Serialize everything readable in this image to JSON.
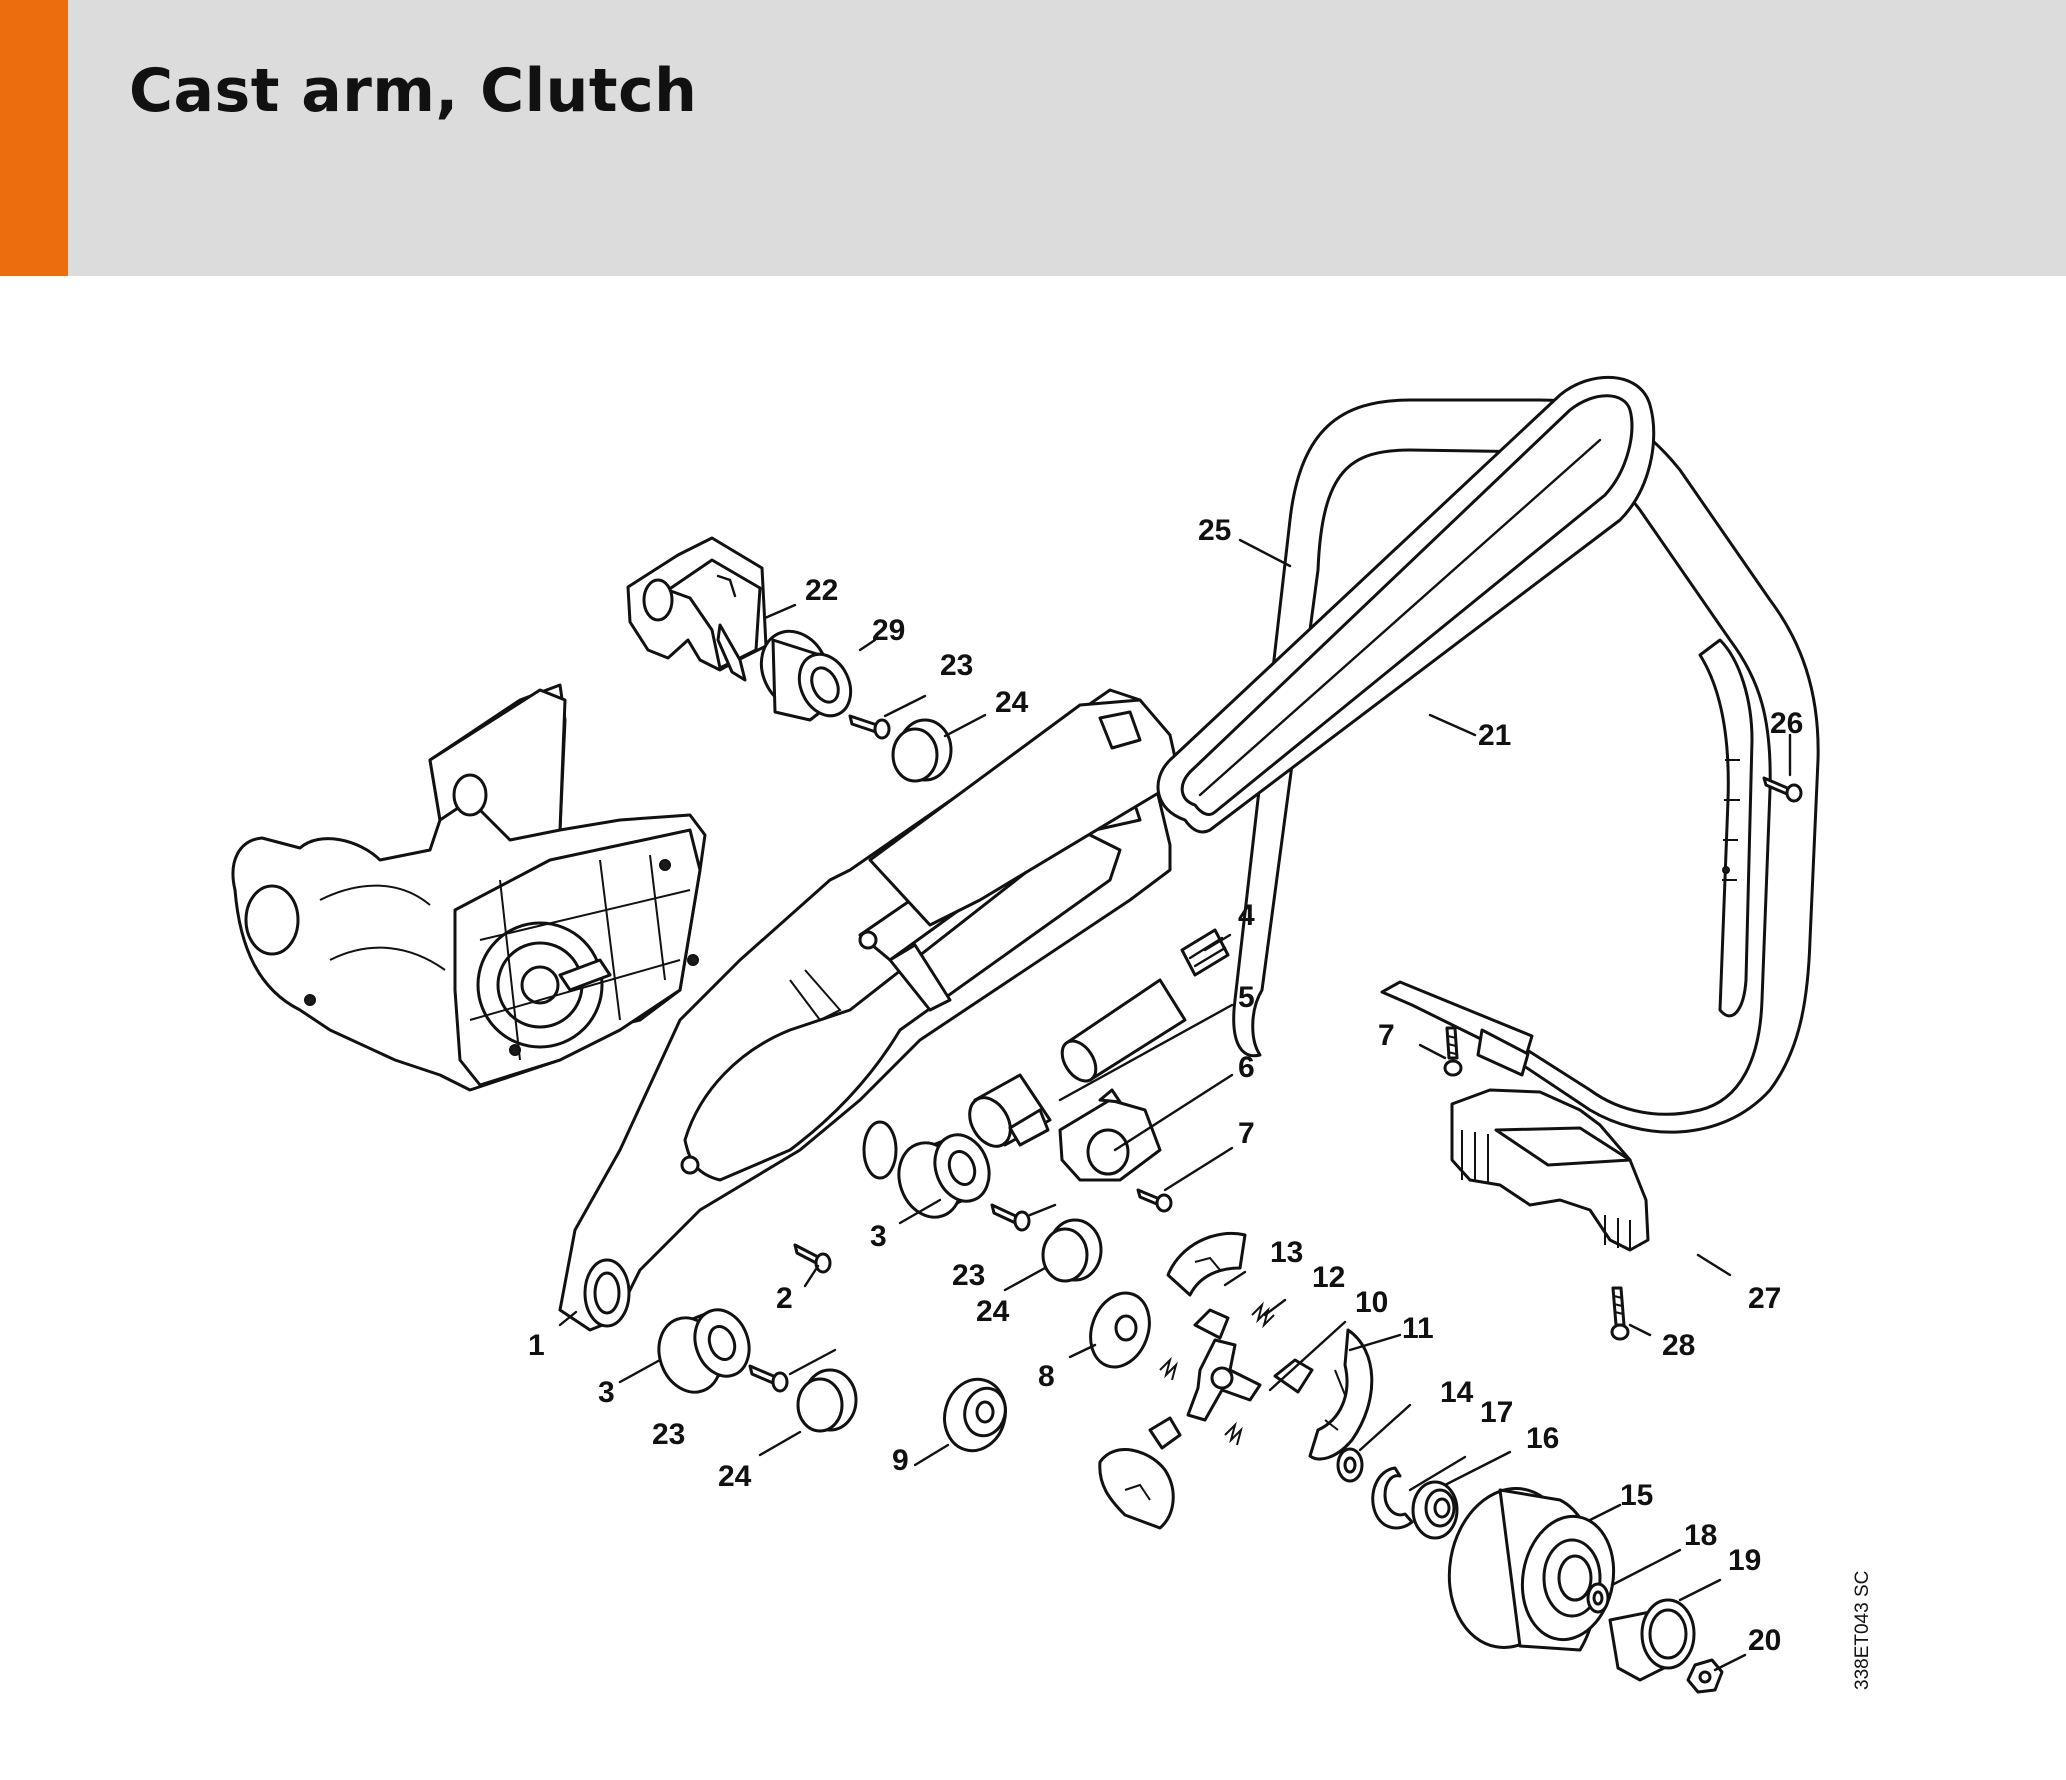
{
  "header": {
    "title": "Cast arm, Clutch",
    "accent_color": "#ec6d0e",
    "background_color": "#dcdcdc"
  },
  "diagram": {
    "reference_code": "338ET043 SC",
    "callouts": [
      "1",
      "2",
      "3",
      "3",
      "4",
      "5",
      "6",
      "7",
      "7",
      "8",
      "9",
      "10",
      "11",
      "12",
      "13",
      "14",
      "15",
      "16",
      "17",
      "18",
      "19",
      "20",
      "21",
      "22",
      "23",
      "23",
      "23",
      "24",
      "24",
      "24",
      "25",
      "26",
      "27",
      "28",
      "29"
    ]
  }
}
